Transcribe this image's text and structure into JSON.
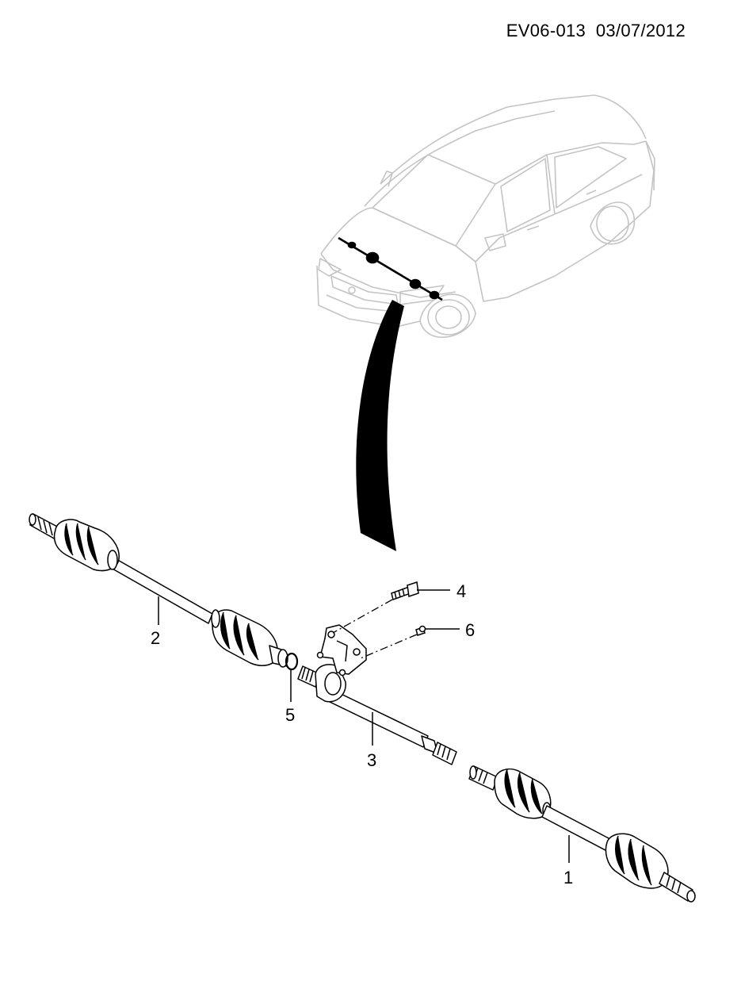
{
  "header": {
    "document_code": "EV06-013",
    "date": "03/07/2012"
  },
  "callouts": [
    {
      "id": "1",
      "label": "1"
    },
    {
      "id": "2",
      "label": "2"
    },
    {
      "id": "3",
      "label": "3"
    },
    {
      "id": "4",
      "label": "4"
    },
    {
      "id": "5",
      "label": "5"
    },
    {
      "id": "6",
      "label": "6"
    }
  ],
  "colors": {
    "line": "#000000",
    "car_outline": "#c8c8c8",
    "boot_fill": "#ffffff"
  }
}
